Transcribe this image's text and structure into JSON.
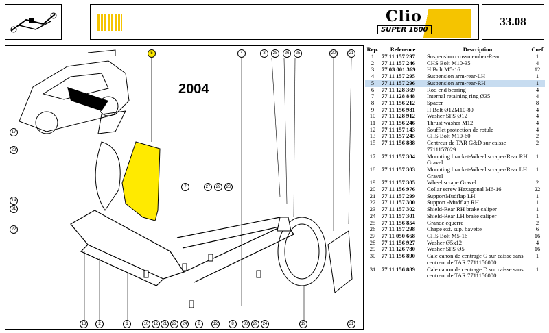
{
  "header": {
    "logo_text": "Clio",
    "logo_sub": "SUPER 1600",
    "page_number": "33.08"
  },
  "diagram": {
    "year": "2004",
    "highlight_color": "#ffea00",
    "callouts_top": [
      "5",
      "4",
      "3",
      "28",
      "26",
      "25",
      "20",
      "21"
    ],
    "callouts_bottom": [
      "13",
      "2",
      "1",
      "10",
      "12",
      "21",
      "22",
      "24",
      "6",
      "12",
      "8",
      "30",
      "29",
      "24",
      "19",
      "31"
    ],
    "callouts_side": [
      "17",
      "23",
      "14",
      "31",
      "22",
      "7",
      "27",
      "29",
      "26"
    ]
  },
  "parts": {
    "headers": {
      "rep": "Rep.",
      "ref": "Reference",
      "desc": "Description",
      "coef": "Coef"
    },
    "rows": [
      {
        "rep": "1",
        "ref": "77 11 157 297",
        "desc": "Suspension crossmember-Rear",
        "coef": "1"
      },
      {
        "rep": "2",
        "ref": "77 11 157 246",
        "desc": "CHS Bolt M10-35",
        "coef": "4"
      },
      {
        "rep": "3",
        "ref": "77 03 001 369",
        "desc": "H Bolt M5-16",
        "coef": "12"
      },
      {
        "rep": "4",
        "ref": "77 11 157 295",
        "desc": "Suspension arm-rear-LH",
        "coef": "1"
      },
      {
        "rep": "5",
        "ref": "77 11 157 296",
        "desc": "Suspension arm-rear-RH",
        "coef": "1"
      },
      {
        "rep": "6",
        "ref": "77 11 128 369",
        "desc": "Rod end bearing",
        "coef": "4"
      },
      {
        "rep": "7",
        "ref": "77 11 128 848",
        "desc": "Internal retaining ring Ø35",
        "coef": "4"
      },
      {
        "rep": "8",
        "ref": "77 11 156 212",
        "desc": "Spacer",
        "coef": "8"
      },
      {
        "rep": "9",
        "ref": "77 11 156 981",
        "desc": "H Bolt Ø12M10-80",
        "coef": "4"
      },
      {
        "rep": "10",
        "ref": "77 11 128 912",
        "desc": "Washer SPS Ø12",
        "coef": "4"
      },
      {
        "rep": "11",
        "ref": "77 11 156 246",
        "desc": "Thrust washer M12",
        "coef": "4"
      },
      {
        "rep": "12",
        "ref": "77 11 157 143",
        "desc": "Soufflet protection de rotule",
        "coef": "4"
      },
      {
        "rep": "13",
        "ref": "77 11 157 245",
        "desc": "CHS Bolt M10-60",
        "coef": "2"
      },
      {
        "rep": "15",
        "ref": "77 11 156 888",
        "desc": "Centreur de TAR G&D sur caisse 7711157029",
        "coef": "2"
      },
      {
        "rep": "17",
        "ref": "77 11 157 304",
        "desc": "Mounting bracket-Wheel scraper-Rear RH Gravel",
        "coef": "1"
      },
      {
        "rep": "18",
        "ref": "77 11 157 303",
        "desc": "Mounting bracket-Wheel scraper-Rear LH Gravel",
        "coef": "1"
      },
      {
        "rep": "19",
        "ref": "77 11 157 305",
        "desc": "Wheel scrape Gravel",
        "coef": "2"
      },
      {
        "rep": "20",
        "ref": "77 11 156 976",
        "desc": "Collar screw Hexagonal M6-16",
        "coef": "22"
      },
      {
        "rep": "21",
        "ref": "77 11 157 299",
        "desc": "SupportMudflap LH",
        "coef": "1"
      },
      {
        "rep": "22",
        "ref": "77 11 157 300",
        "desc": "Support -Mudflap RH",
        "coef": "1"
      },
      {
        "rep": "23",
        "ref": "77 11 157 302",
        "desc": "Shield-Rear RH brake caliper",
        "coef": "1"
      },
      {
        "rep": "24",
        "ref": "77 11 157 301",
        "desc": "Shield-Rear LH brake caliper",
        "coef": "1"
      },
      {
        "rep": "25",
        "ref": "77 11 156 854",
        "desc": "Grande équerre",
        "coef": "2"
      },
      {
        "rep": "26",
        "ref": "77 11 157 298",
        "desc": "Chape ext. sup. bavette",
        "coef": "6"
      },
      {
        "rep": "27",
        "ref": "77 11 050 668",
        "desc": "CHS Bolt M5-16",
        "coef": "16"
      },
      {
        "rep": "28",
        "ref": "77 11 156 927",
        "desc": "Washer Ø5x12",
        "coef": "4"
      },
      {
        "rep": "29",
        "ref": "77 11 126 780",
        "desc": "Washer SPS Ø5",
        "coef": "16"
      },
      {
        "rep": "30",
        "ref": "77 11 156 890",
        "desc": "Cale canon de centrage G sur caisse sans centreur de TAR 7711156000",
        "coef": "1"
      },
      {
        "rep": "31",
        "ref": "77 11 156 889",
        "desc": "Cale canon de centrage D sur caisse sans centreur de TAR 7711156000",
        "coef": "1"
      }
    ]
  }
}
